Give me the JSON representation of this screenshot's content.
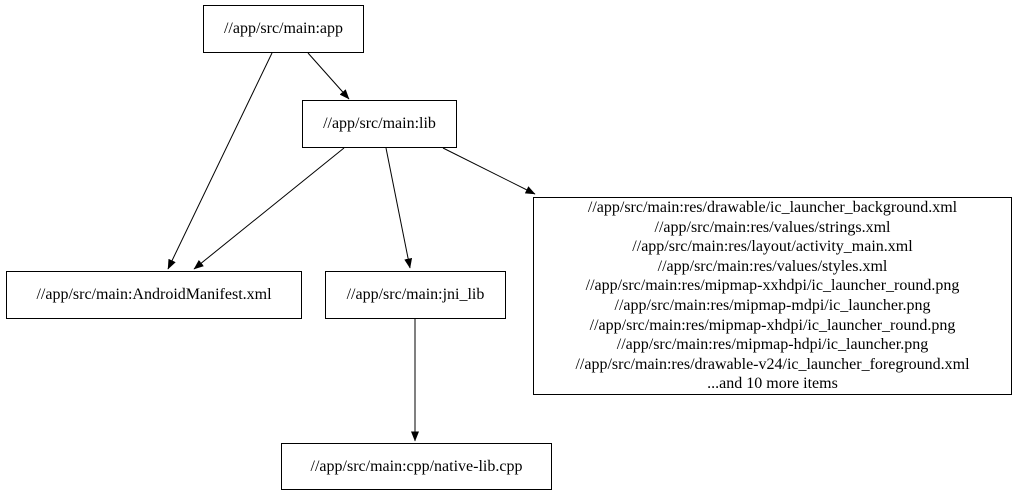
{
  "diagram": {
    "kind": "dependency-graph",
    "background_color": "#ffffff",
    "node_border_color": "#000000",
    "edge_color": "#000000",
    "text_color": "#000000",
    "nodes": {
      "app": {
        "label": "//app/src/main:app"
      },
      "lib": {
        "label": "//app/src/main:lib"
      },
      "android_manifest": {
        "label": "//app/src/main:AndroidManifest.xml"
      },
      "jni_lib": {
        "label": "//app/src/main:jni_lib"
      },
      "native_lib": {
        "label": "//app/src/main:cpp/native-lib.cpp"
      },
      "resources": {
        "lines": [
          "//app/src/main:res/drawable/ic_launcher_background.xml",
          "//app/src/main:res/values/strings.xml",
          "//app/src/main:res/layout/activity_main.xml",
          "//app/src/main:res/values/styles.xml",
          "//app/src/main:res/mipmap-xxhdpi/ic_launcher_round.png",
          "//app/src/main:res/mipmap-mdpi/ic_launcher.png",
          "//app/src/main:res/mipmap-xhdpi/ic_launcher_round.png",
          "//app/src/main:res/mipmap-hdpi/ic_launcher.png",
          "//app/src/main:res/drawable-v24/ic_launcher_foreground.xml",
          "...and 10 more items"
        ]
      }
    },
    "edges": [
      {
        "from": "app",
        "to": "android_manifest"
      },
      {
        "from": "app",
        "to": "lib"
      },
      {
        "from": "lib",
        "to": "android_manifest"
      },
      {
        "from": "lib",
        "to": "jni_lib"
      },
      {
        "from": "lib",
        "to": "resources"
      },
      {
        "from": "jni_lib",
        "to": "native_lib"
      }
    ]
  }
}
